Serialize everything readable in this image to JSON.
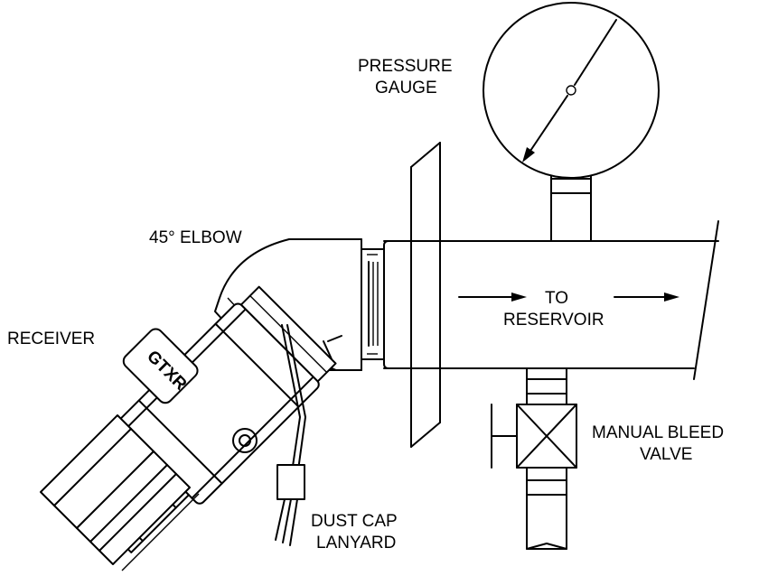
{
  "labels": {
    "pressure_gauge": [
      "PRESSURE",
      "GAUGE"
    ],
    "elbow": "45° ELBOW",
    "receiver": "RECEIVER",
    "to_reservoir": [
      "TO",
      "RESERVOIR"
    ],
    "manual_bleed_valve": [
      "MANUAL BLEED",
      "VALVE"
    ],
    "dust_cap_lanyard": [
      "DUST CAP",
      "LANYARD"
    ],
    "receiver_marking": "GTXR"
  },
  "colors": {
    "line": "#000000",
    "background": "#ffffff"
  }
}
